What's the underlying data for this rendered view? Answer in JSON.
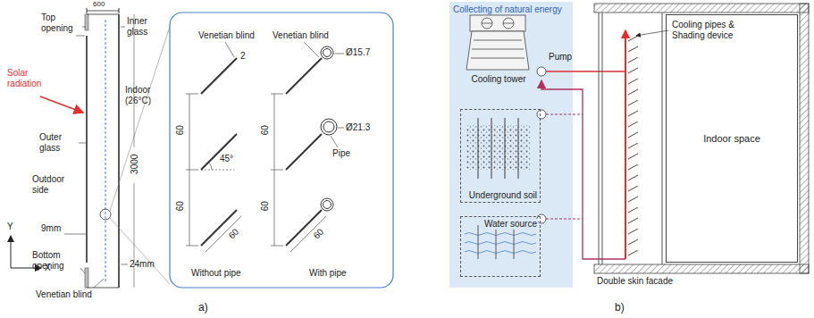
{
  "diagram": {
    "nodes": [
      {
        "text": [
          "Collecting of natural energy"
        ]
      },
      {
        "text": [
          "Cooling tower"
        ],
        "in": 0
      },
      {
        "text": [
          "Underground soil"
        ],
        "in": 0
      },
      {
        "text": [
          "Water source"
        ],
        "in": 0
      },
      {
        "text": [
          "Indoor space"
        ]
      }
    ],
    "labels": [
      "600",
      "Top opening",
      "Inner glass",
      "Solar radiation",
      "Indoor (26°C)",
      "Outer glass",
      "Outdoor side",
      "3000",
      "9mm",
      "Bottom opening",
      "24mm",
      "Venetian blind",
      "Y",
      "X",
      "Venetian blind",
      "2",
      "45°",
      "60",
      "60",
      "60",
      "Without pipe",
      "Venetian blind",
      "Ø15.7",
      "60",
      "Ø21.3",
      "Pipe",
      "60",
      "60",
      "With pipe",
      "a)",
      "Pump",
      "Cooling pipes & Shading device",
      "Double skin facade",
      "b)"
    ]
  }
}
